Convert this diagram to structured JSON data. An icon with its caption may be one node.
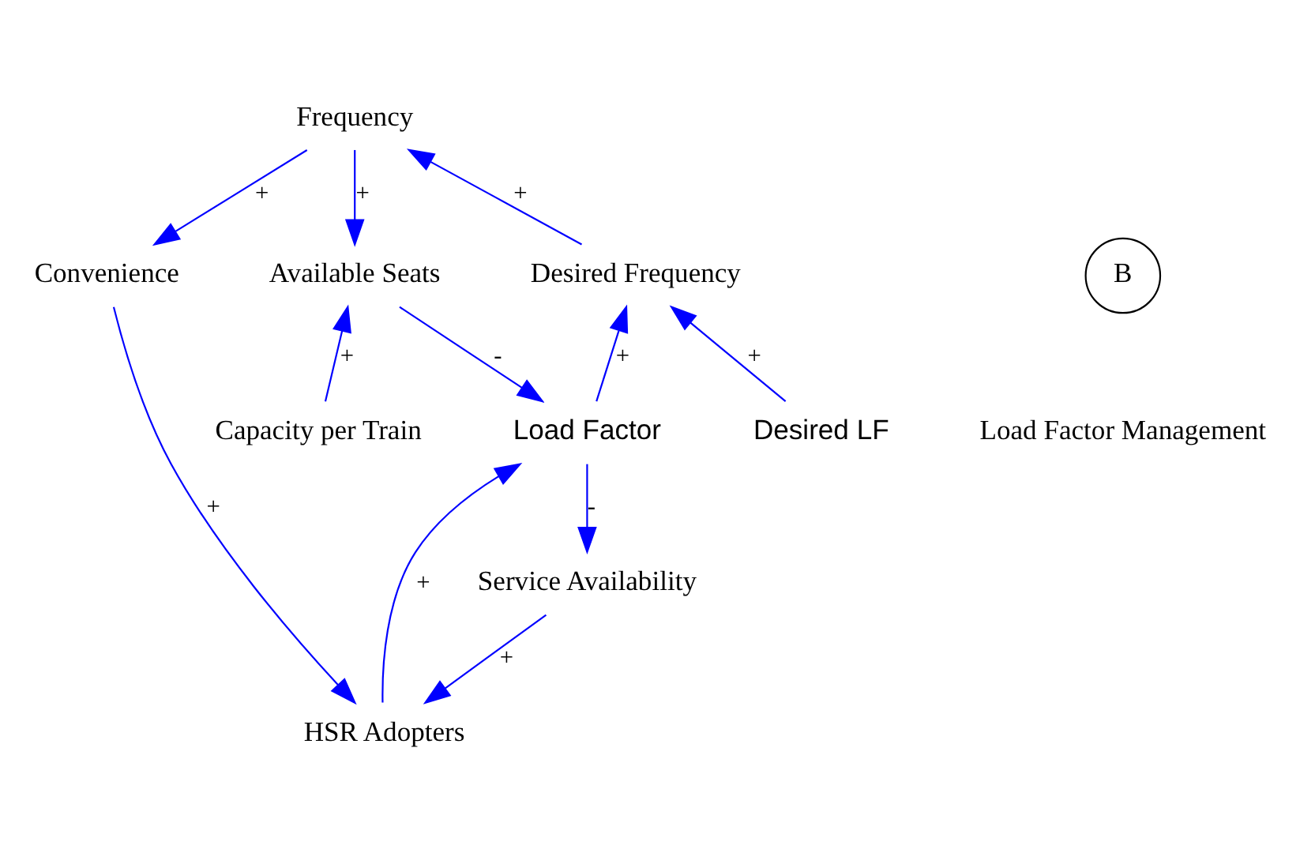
{
  "diagram": {
    "nodes": [
      {
        "text": [
          "Frequency"
        ]
      },
      {
        "text": [
          "Desired Frequency"
        ]
      },
      {
        "text": [
          "Available Seats"
        ]
      },
      {
        "text": [
          "Convenience"
        ]
      },
      {
        "text": [
          "Desired LF"
        ]
      },
      {
        "text": [
          "Load Factor"
        ]
      },
      {
        "text": [
          "Capacity per Train"
        ]
      },
      {
        "text": [
          "HSR Adopters"
        ]
      },
      {
        "text": [
          "Service Availability"
        ]
      }
    ],
    "edges": [
      {
        "from": 1,
        "to": 0,
        "arrow": "to",
        "label": "+"
      },
      {
        "from": 0,
        "to": 2,
        "arrow": "to",
        "label": "+"
      },
      {
        "from": 0,
        "to": 3,
        "arrow": "to",
        "label": "+"
      },
      {
        "from": 4,
        "to": 1,
        "arrow": "to",
        "label": "+"
      },
      {
        "from": 5,
        "to": 1,
        "arrow": "to",
        "label": "+"
      },
      {
        "from": 2,
        "to": 5,
        "arrow": "to",
        "label": "-"
      },
      {
        "from": 6,
        "to": 2,
        "arrow": "to",
        "label": "+"
      },
      {
        "from": 3,
        "to": 7,
        "arrow": "to",
        "label": "+"
      },
      {
        "from": 5,
        "to": 8,
        "arrow": "to",
        "label": "-"
      },
      {
        "from": 7,
        "to": 5,
        "arrow": "to",
        "label": "+"
      },
      {
        "from": 8,
        "to": 7,
        "arrow": "to",
        "label": "+"
      }
    ],
    "labels": [
      "B",
      "Load Factor Management"
    ]
  }
}
